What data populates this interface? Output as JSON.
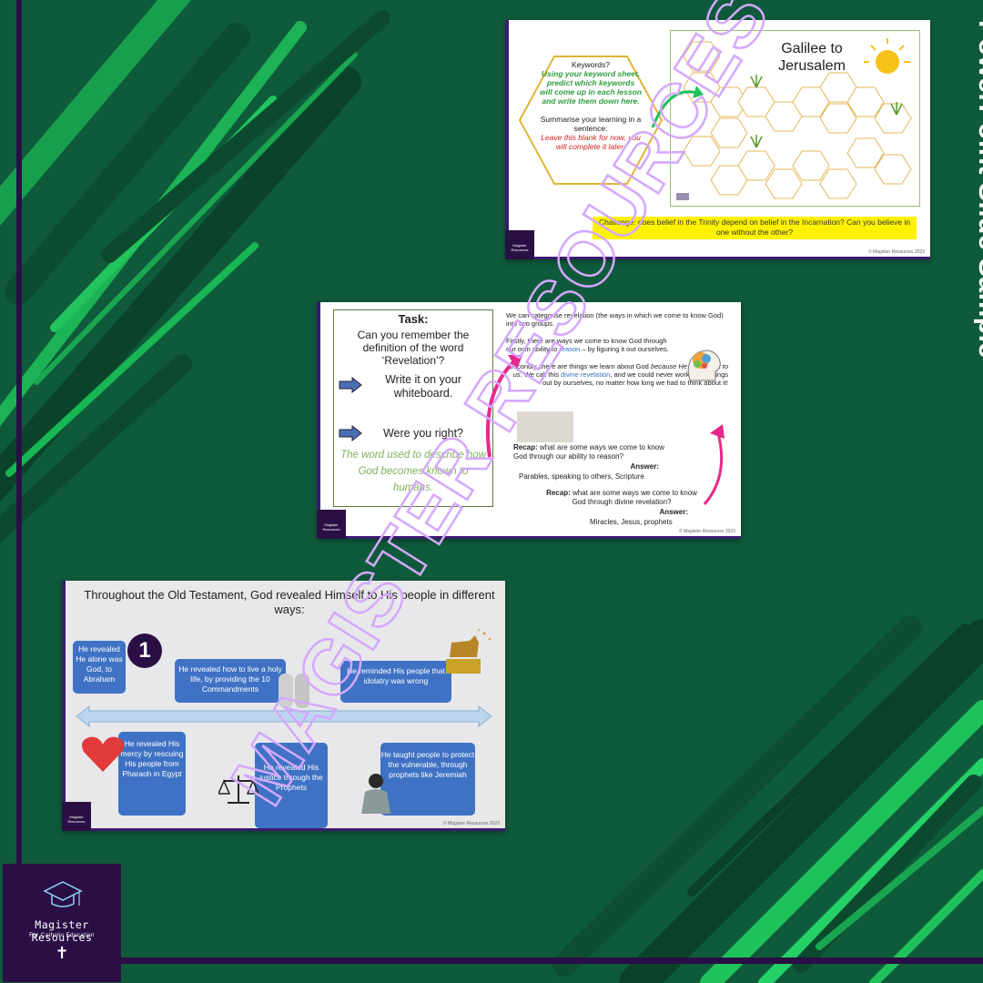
{
  "title": "PowerPoint Slide Sample",
  "brand": {
    "name": "Magister Resources",
    "tagline": "For Catholic Education",
    "cross": "✝",
    "copyright": "© Magister Resources 2023"
  },
  "watermark": "MAGISTER RESOURCES",
  "colors": {
    "background": "#0f5a3b",
    "accent_green": "#1fc25a",
    "purple": "#2a0f45",
    "bubble_blue": "#3f72c4",
    "highlight": "#fff200"
  },
  "slide1": {
    "keywords_title": "Keywords?",
    "keywords_instruction": "Using your keyword sheet, predict which keywords will come up in each lesson and write them down here.",
    "summary_title": "Summarise your learning in a sentence:",
    "summary_note": "Leave this blank for now, you will complete it later.",
    "poster_title_1": "Galilee to",
    "poster_title_2": "Jerusalem",
    "challenge": "Challenge: does belief in the Trinity depend on belief in the Incarnation? Can you believe in one without the other?"
  },
  "slide2": {
    "task_label": "Task:",
    "task_question": "Can you remember the definition of the word ‘Revelation’?",
    "step1": "Write it on your whiteboard.",
    "step2": "Were you right?",
    "answer": "The word used to describe how God becomes known to humans.",
    "intro": "We can categorise revelation (the ways in which we come to know God) into two groups.",
    "first_a": "Firstly, there are ways we come to know God through our own ability to",
    "first_reason": "reason",
    "first_b": "– by figuring it out ourselves.",
    "second_a": "Secondly, there are things we learn about God",
    "second_italic": "because He revealed it to us.",
    "second_b": "We call this",
    "second_term": "divine revelation",
    "second_c": ", and we could never work these things out by ourselves, no matter how long we had to think about it!",
    "recap1_label": "Recap:",
    "recap1_q": "what are some ways we come to know God through our ability to reason?",
    "recap1_answer_label": "Answer:",
    "recap1_answer": "Parables, speaking to others, Scripture",
    "recap2_label": "Recap:",
    "recap2_q": "what are some ways we come to know God through divine revelation?",
    "recap2_answer_label": "Answer:",
    "recap2_answer": "Miracles, Jesus, prophets"
  },
  "slide3": {
    "title": "Throughout the Old Testament, God revealed Himself to His people in different ways:",
    "number": "1",
    "bubbles": [
      "He revealed He alone was God, to Abraham",
      "He revealed how to live a holy life, by providing the 10 Commandments",
      "He reminded His people that idolatry was wrong",
      "He revealed His mercy by rescuing His people from Pharaoh in Egypt",
      "He revealed His justice through the Prophets",
      "He taught people to protect the vulnerable, through prophets like Jeremiah"
    ]
  }
}
